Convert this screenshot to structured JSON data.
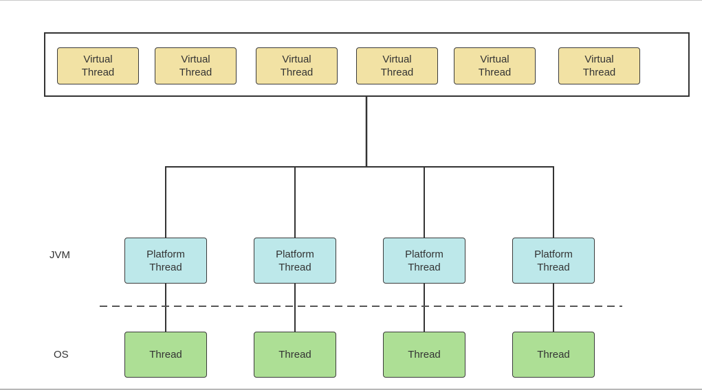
{
  "virtual_threads": [
    {
      "label": "Virtual\nThread"
    },
    {
      "label": "Virtual\nThread"
    },
    {
      "label": "Virtual\nThread"
    },
    {
      "label": "Virtual\nThread"
    },
    {
      "label": "Virtual\nThread"
    },
    {
      "label": "Virtual\nThread"
    }
  ],
  "platform_threads": [
    {
      "label": "Platform\nThread"
    },
    {
      "label": "Platform\nThread"
    },
    {
      "label": "Platform\nThread"
    },
    {
      "label": "Platform\nThread"
    }
  ],
  "os_threads": [
    {
      "label": "Thread"
    },
    {
      "label": "Thread"
    },
    {
      "label": "Thread"
    },
    {
      "label": "Thread"
    }
  ],
  "layers": {
    "jvm_label": "JVM",
    "os_label": "OS"
  },
  "colors": {
    "virtual_thread_fill": "#f2e2a4",
    "platform_thread_fill": "#bde8ea",
    "os_thread_fill": "#addf95",
    "stroke": "#333333"
  }
}
